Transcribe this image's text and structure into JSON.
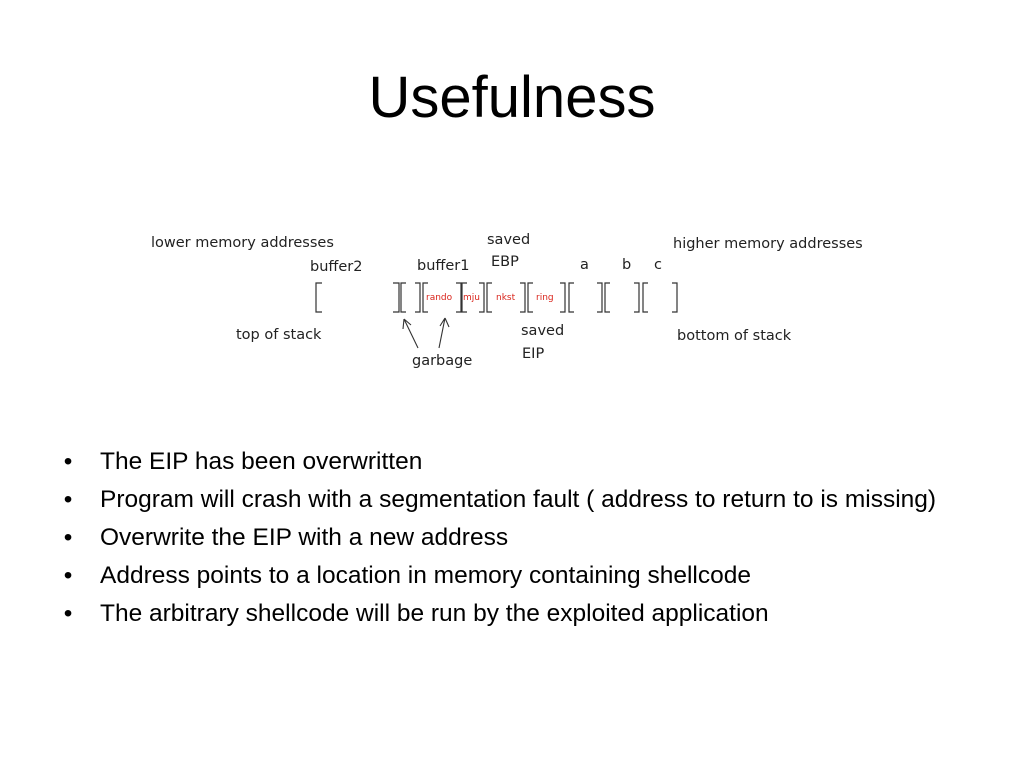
{
  "slide": {
    "title": "Usefulness"
  },
  "diagram": {
    "lower_memory": "lower memory addresses",
    "higher_memory": "higher memory addresses",
    "buffer2": "buffer2",
    "buffer1": "buffer1",
    "saved_ebp_line1": "saved",
    "saved_ebp_line2": "EBP",
    "label_a": "a",
    "label_b": "b",
    "label_c": "c",
    "top_of_stack": "top of stack",
    "bottom_of_stack": "bottom of stack",
    "garbage": "garbage",
    "saved_eip_line1": "saved",
    "saved_eip_line2": "EIP",
    "cells": [
      "rando",
      "mju",
      "nkst",
      "ring"
    ],
    "cell_text_color": "#d9251c"
  },
  "bullets": [
    "The EIP has been overwritten",
    "Program will crash with a segmentation fault ( address to return to is missing)",
    "Overwrite the EIP with a new address",
    "Address points to a location in memory containing shellcode",
    "The arbitrary shellcode will be run by the exploited application"
  ]
}
